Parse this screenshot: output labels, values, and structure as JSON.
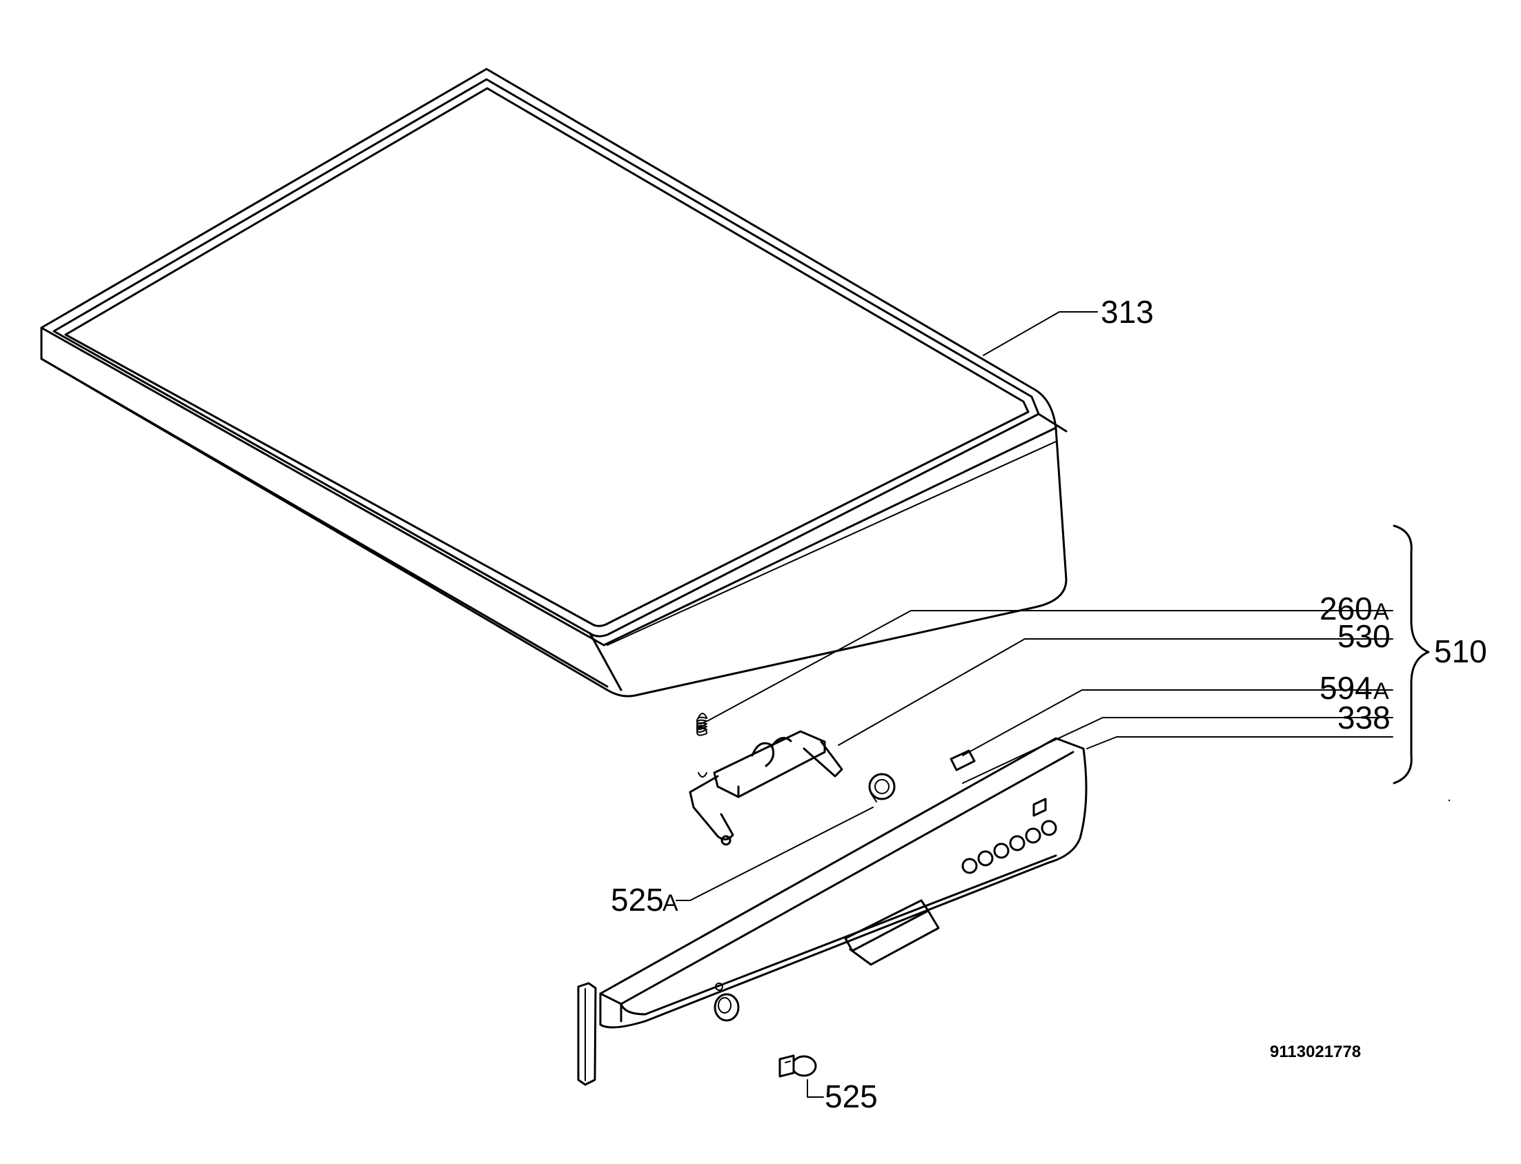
{
  "labels": {
    "p313": "313",
    "p260": "260",
    "p260_sfx": "A",
    "p530": "530",
    "p510": "510",
    "p594": "594",
    "p594_sfx": "A",
    "p338": "338",
    "p525a": "525",
    "p525a_sfx": "A",
    "p525": "525"
  },
  "drawing_code": "9113021778"
}
